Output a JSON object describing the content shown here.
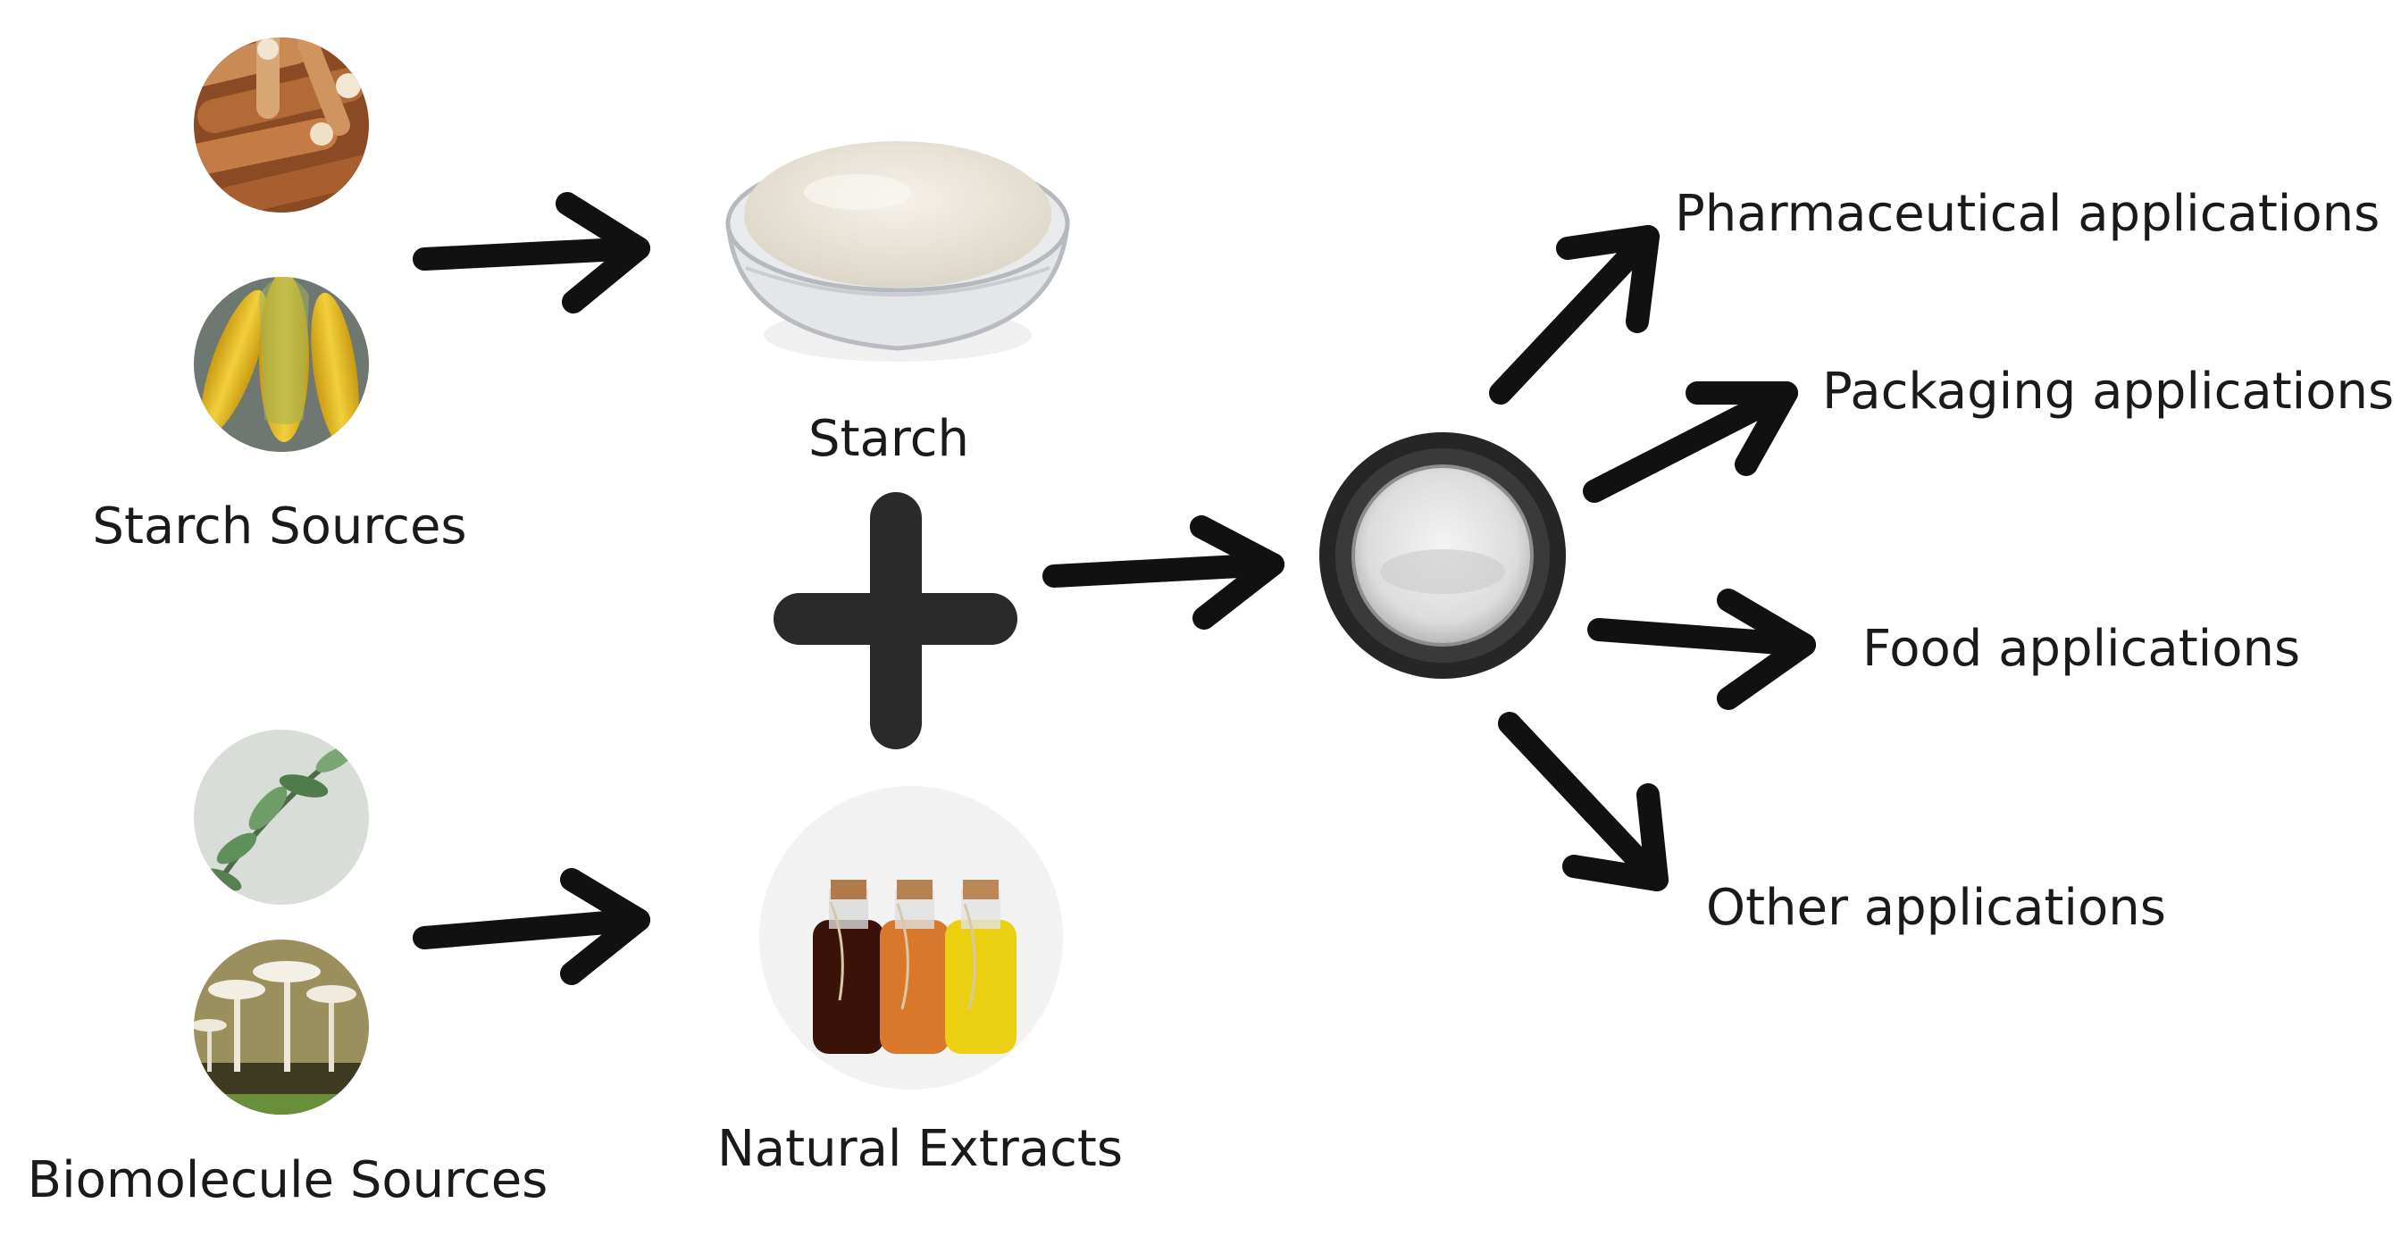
{
  "labels": {
    "starch_sources": "Starch Sources",
    "starch": "Starch",
    "biomolecule_sources": "Biomolecule Sources",
    "natural_extracts": "Natural Extracts",
    "pharmaceutical": "Pharmaceutical applications",
    "packaging": "Packaging applications",
    "food": "Food applications",
    "other": "Other applications"
  },
  "icons": {
    "cassava": "cassava-roots-photo-icon",
    "corn": "corn-cobs-photo-icon",
    "plant": "green-plant-photo-icon",
    "mushroom": "mushrooms-photo-icon",
    "starch_bowl": "starch-powder-bowl-icon",
    "extract_bottles": "extract-bottles-icon",
    "film": "starch-film-dish-icon",
    "plus": "plus-icon",
    "arrow": "arrow-icon"
  },
  "colors": {
    "arrow": "#111111",
    "plus": "#2a2a2a",
    "text": "#1a1a1a",
    "cassava": "#a0572c",
    "corn": "#e8c02e",
    "plant": "#5f8f5a",
    "mushroom": "#8a7c4e",
    "dark_extract": "#3a1208",
    "amber_extract": "#d9782b",
    "yellow_extract": "#ead011"
  }
}
